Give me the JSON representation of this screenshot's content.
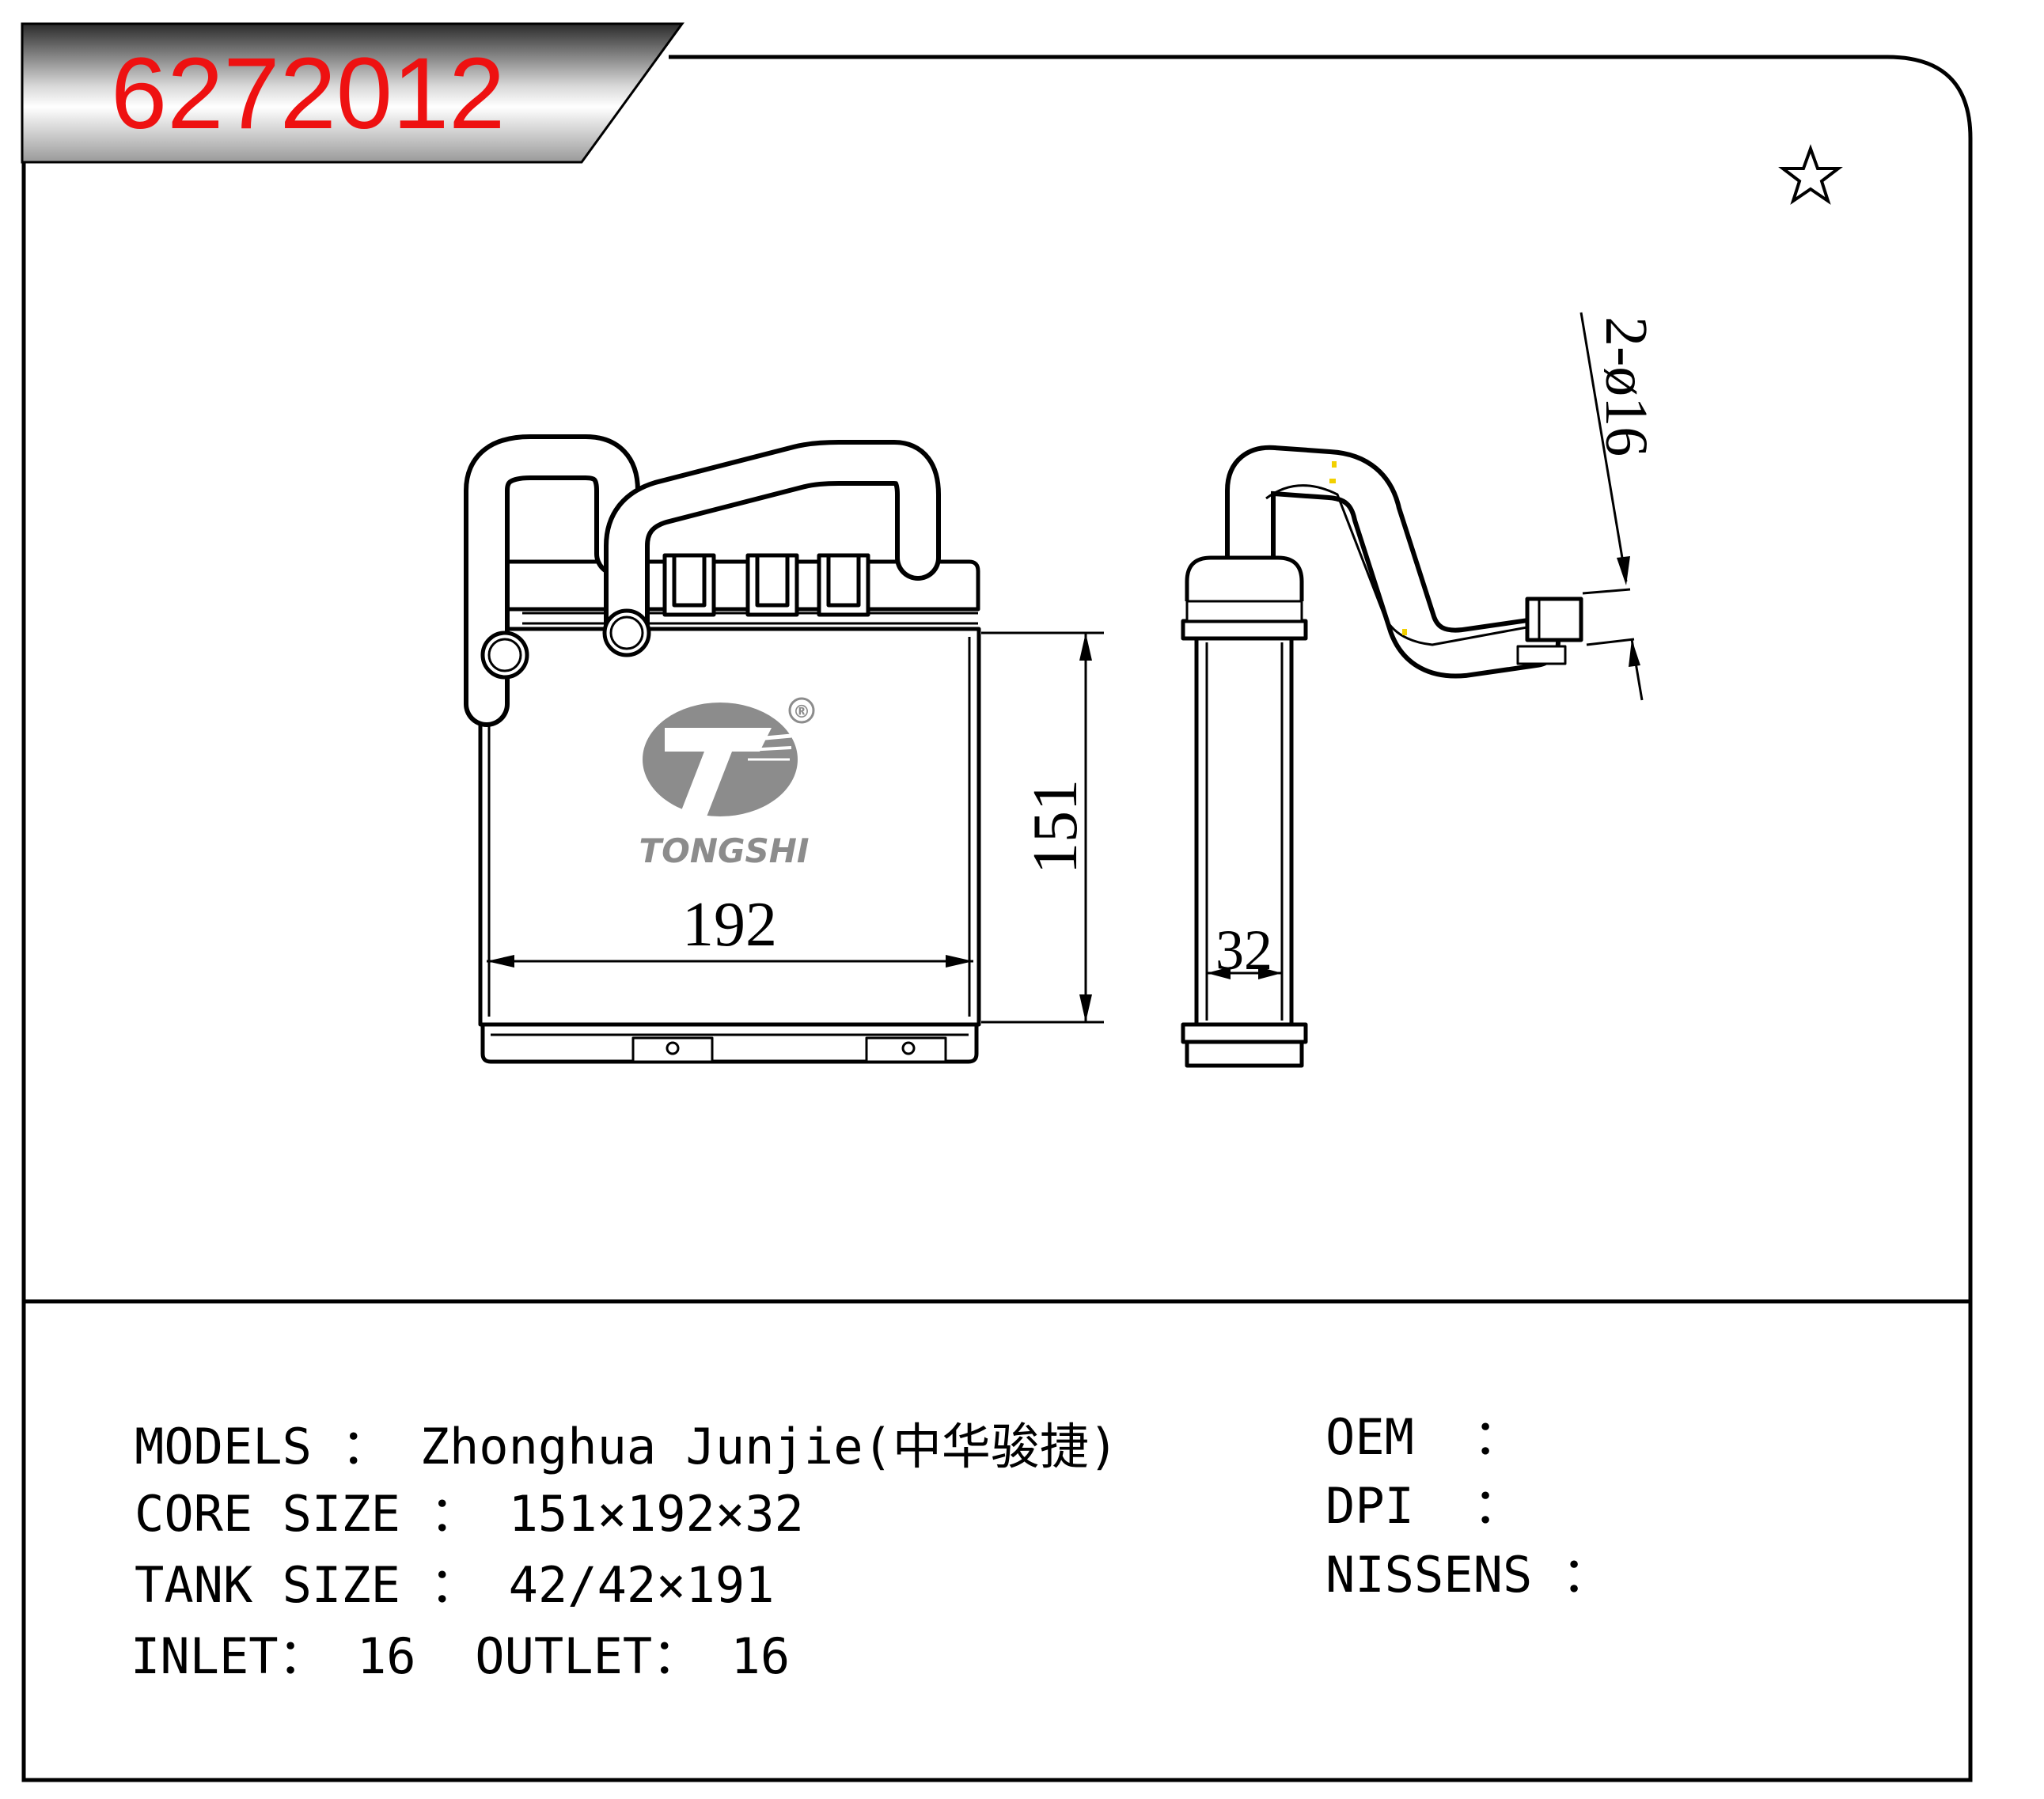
{
  "part_number": "6272012",
  "brand": {
    "name": "TONGSHI",
    "registered_mark": "®"
  },
  "drawing": {
    "width_dim": "192",
    "height_dim": "151",
    "depth_dim": "32",
    "pipe_dim": "2-ø16"
  },
  "specs": {
    "models_line": "MODELS ： Zhonghua Junjie(中华骏捷)",
    "core_size_line": "CORE SIZE ： 151×192×32",
    "tank_size_line": "TANK SIZE ： 42/42×191",
    "inlet_outlet_line": "INLET： 16  OUTLET： 16"
  },
  "refs": {
    "oem_line": "OEM  ：",
    "dpi_line": "DPI  ：",
    "nissens_line": "NISSENS ："
  },
  "colors": {
    "part_number_red": "#ee1111",
    "logo_gray": "#8c8c8c",
    "banner_dark": "#2a2a2a"
  }
}
